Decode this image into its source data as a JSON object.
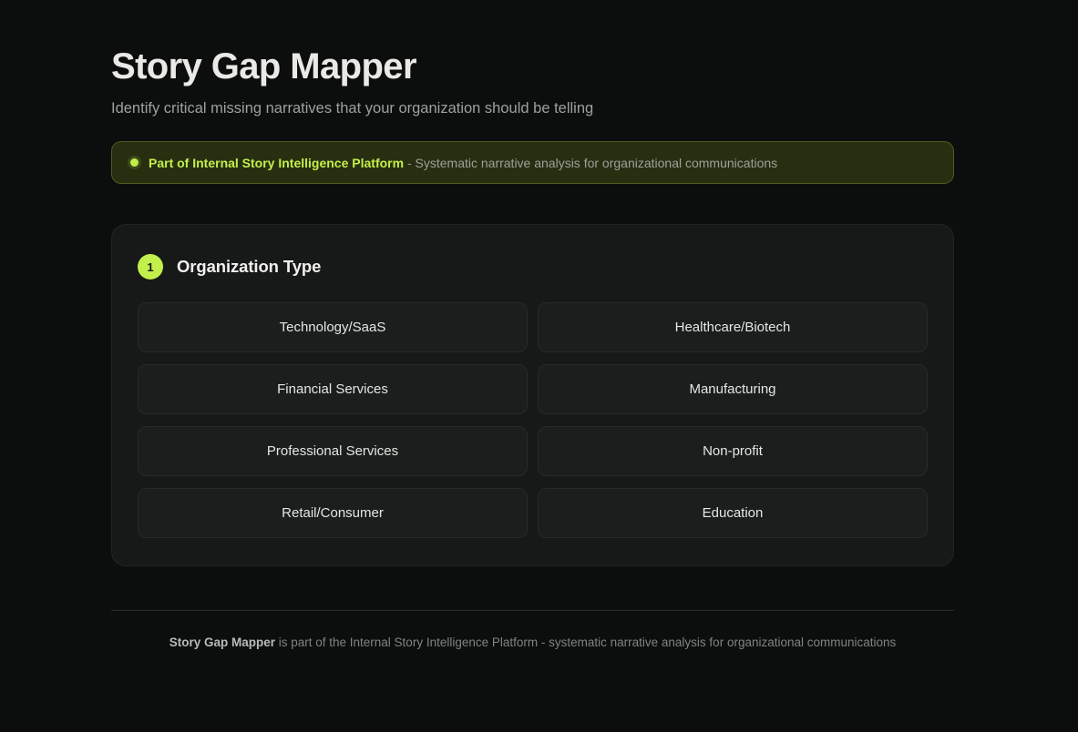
{
  "header": {
    "title": "Story Gap Mapper",
    "subtitle": "Identify critical missing narratives that your organization should be telling"
  },
  "banner": {
    "dot_color": "#c3ef4c",
    "strong_text": "Part of Internal Story Intelligence Platform",
    "separator": " - ",
    "rest_text": "Systematic narrative analysis for organizational communications"
  },
  "step": {
    "number": "1",
    "title": "Organization Type",
    "options": [
      {
        "label": "Technology/SaaS"
      },
      {
        "label": "Healthcare/Biotech"
      },
      {
        "label": "Financial Services"
      },
      {
        "label": "Manufacturing"
      },
      {
        "label": "Professional Services"
      },
      {
        "label": "Non-profit"
      },
      {
        "label": "Retail/Consumer"
      },
      {
        "label": "Education"
      }
    ]
  },
  "footer": {
    "strong_text": "Story Gap Mapper",
    "rest_text": " is part of the Internal Story Intelligence Platform - systematic narrative analysis for organizational communications"
  },
  "colors": {
    "accent": "#c3ef4c",
    "page_background": "#0c0e0d",
    "card_background": "#161917",
    "option_background": "#1b1e1c",
    "banner_background": "#272f10",
    "banner_border": "#4d5d21"
  }
}
